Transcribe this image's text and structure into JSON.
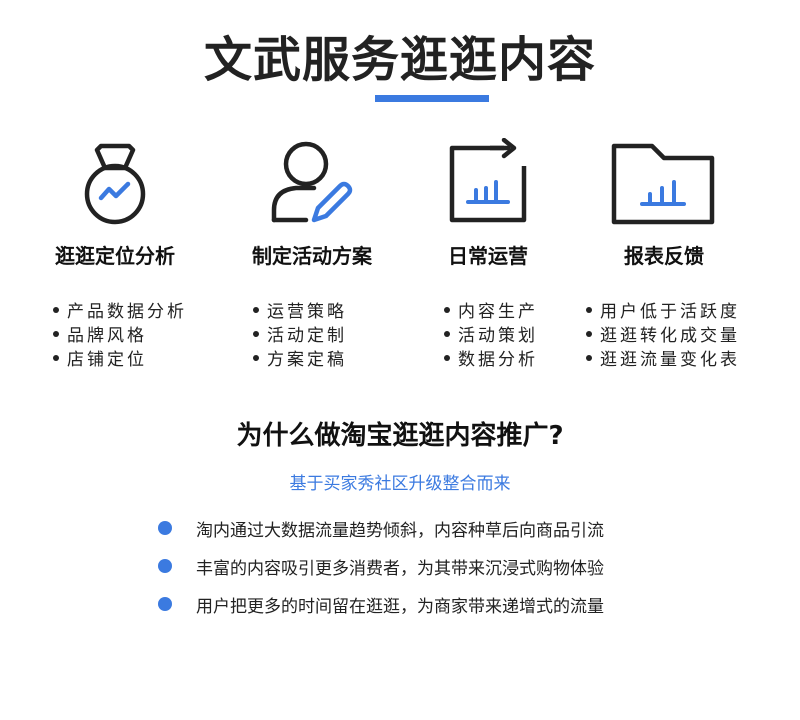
{
  "header": {
    "title": "文武服务逛逛内容"
  },
  "services": [
    {
      "icon": "medal-icon",
      "title": "逛逛定位分析",
      "items": [
        "产品数据分析",
        "品牌风格",
        "店铺定位"
      ]
    },
    {
      "icon": "user-edit-icon",
      "title": "制定活动方案",
      "items": [
        "运营策略",
        "活动定制",
        "方案定稿"
      ]
    },
    {
      "icon": "growth-chart-icon",
      "title": "日常运营",
      "items": [
        "内容生产",
        "活动策划",
        "数据分析"
      ]
    },
    {
      "icon": "report-folder-icon",
      "title": "报表反馈",
      "items": [
        "用户低于活跃度",
        "逛逛转化成交量",
        "逛逛流量变化表"
      ]
    }
  ],
  "why": {
    "heading": "为什么做淘宝逛逛内容推广?",
    "subheading": "基于买家秀社区升级整合而来",
    "reasons": [
      "淘内通过大数据流量趋势倾斜，内容种草后向商品引流",
      "丰富的内容吸引更多消费者，为其带来沉浸式购物体验",
      "用户把更多的时间留在逛逛，为商家带来递增式的流量"
    ]
  },
  "colors": {
    "accent": "#3b7ae0",
    "text": "#222222",
    "icon_stroke": "#222222"
  }
}
